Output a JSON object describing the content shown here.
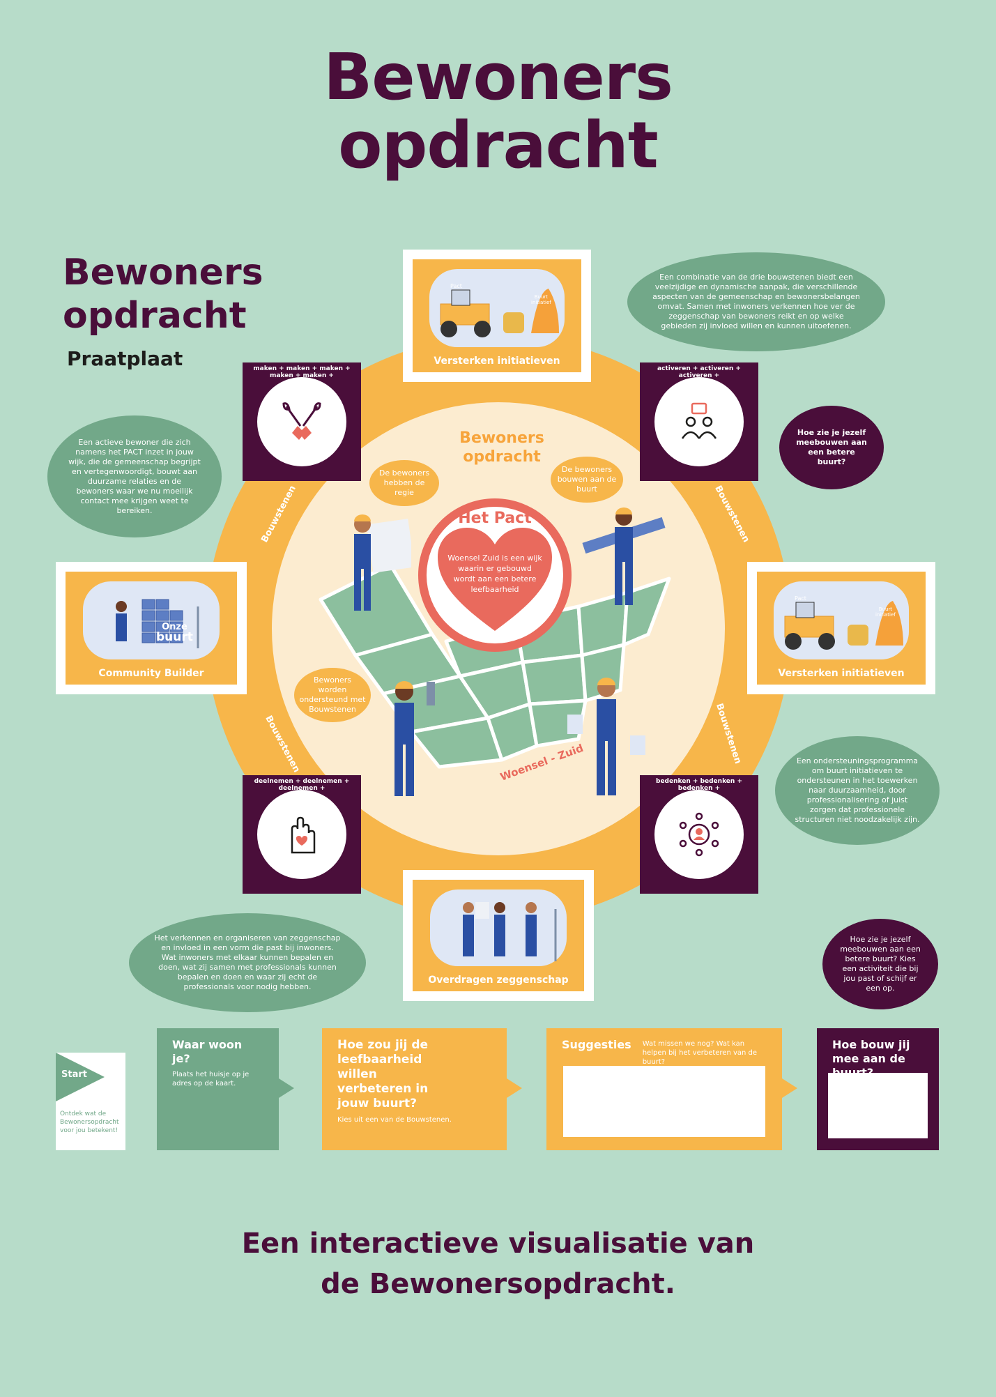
{
  "header": {
    "title_line1": "Bewoners",
    "title_line2": "opdracht"
  },
  "side": {
    "title_line1": "Bewoners",
    "title_line2": "opdracht",
    "subtitle": "Praatplaat"
  },
  "center": {
    "title_line1": "Bewoners",
    "title_line2": "opdracht",
    "pact_title": "Het Pact",
    "pact_text": "Woensel Zuid is een wijk waarin er gebouwd wordt aan een betere leefbaarheid",
    "map_label": "Woensel - Zuid"
  },
  "ring_labels": {
    "left_top": "Bouwstenen",
    "right_top": "Bouwstenen",
    "left_bottom": "Bouwstenen",
    "right_bottom": "Bouwstenen"
  },
  "small_bubbles": {
    "regie": "De bewoners hebben de regie",
    "bouwen": "De bewoners bouwen aan de buurt",
    "ondersteund": "Bewoners worden ondersteund met Bouwstenen"
  },
  "speech": {
    "top_right": "Een combinatie van de drie bouwstenen biedt een veelzijdige en dynamische aanpak, die verschillende aspecten van de gemeenschap en bewonersbelangen omvat. Samen met inwoners verkennen hoe ver de zeggenschap van bewoners reikt en op welke gebieden zij invloed willen en kunnen uitoefenen.",
    "left": "Een actieve bewoner die zich namens het PACT inzet in jouw wijk, die de gemeenschap begrijpt en vertegenwoordigt, bouwt aan duurzame relaties en de bewoners waar we nu moeilijk contact mee krijgen weet te bereiken.",
    "right_question": "Hoe zie je jezelf meebouwen aan een betere buurt?",
    "right_bottom": "Een ondersteuningsprogramma om buurt initiatieven te ondersteunen in het toewerken naar duurzaamheid, door professionalisering of juist zorgen dat professionele structuren niet noodzakelijk zijn.",
    "bottom_left": "Het verkennen en organiseren van zeggenschap en invloed in een vorm die past bij inwoners. Wat inwoners met elkaar kunnen bepalen en doen, wat zij samen met professionals kunnen bepalen en doen en waar zij echt de professionals voor nodig hebben.",
    "bottom_right_question": "Hoe zie je jezelf meebouwen aan een betere buurt? Kies een activiteit die bij jou past of schijf er een op."
  },
  "cards": {
    "top": "Versterken initiatieven",
    "left": "Community Builder",
    "left_sign_line1": "Onze",
    "left_sign_line2": "buurt",
    "right": "Versterken initiatieven",
    "bottom": "Overdragen zeggenschap",
    "sign_pact": "Pact",
    "sign_initiatief_line1": "Buurt",
    "sign_initiatief_line2": "initiatief"
  },
  "blocks": {
    "maken": "maken + maken + maken + maken + maken +",
    "activeren": "activeren + activeren + activeren +",
    "deelnemen": "deelnemen + deelnemen + deelnemen +",
    "bedenken": "bedenken + bedenken + bedenken +"
  },
  "flow": {
    "start_label": "Start",
    "start_text": "Ontdek wat de Bewonersopdracht voor jou betekent!",
    "step1_title": "Waar woon je?",
    "step1_text": "Plaats het huisje op je adres op de kaart.",
    "step2_title": "Hoe zou jij de leefbaarheid willen verbeteren in jouw buurt?",
    "step2_text": "Kies uit een van de Bouwstenen.",
    "step3_title": "Suggesties",
    "step3_text": "Wat missen we nog? Wat kan helpen bij het verbeteren van de buurt?",
    "step4_title": "Hoe bouw jij mee aan de buurt?"
  },
  "footer": {
    "line1": "Een interactieve visualisatie van",
    "line2": "de Bewonersopdracht."
  },
  "colors": {
    "background": "#b7dcc9",
    "purple": "#4a0e3a",
    "orange": "#f7b64a",
    "green": "#72a889",
    "coral": "#e96a5d",
    "cream": "#fcecd0"
  }
}
